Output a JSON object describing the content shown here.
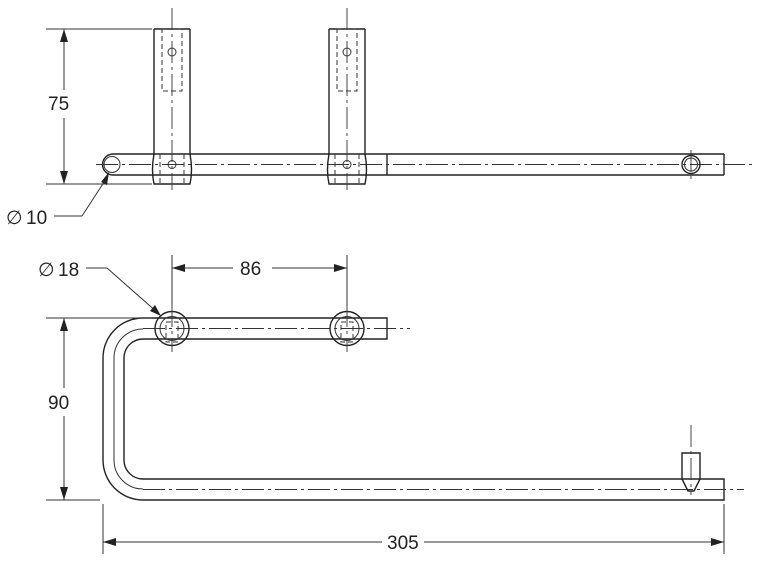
{
  "dimensions": {
    "top_height": "75",
    "top_diameter": "10",
    "bottom_diameter": "18",
    "bottom_spacing": "86",
    "bottom_height": "90",
    "overall_length": "305",
    "diameter_symbol": "∅"
  },
  "colors": {
    "line": "#222222",
    "background": "#ffffff"
  }
}
